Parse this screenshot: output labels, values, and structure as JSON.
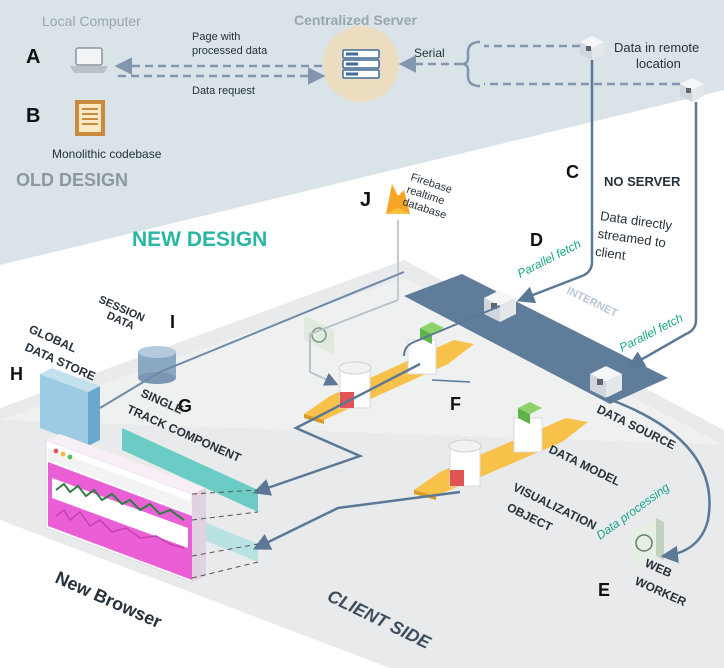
{
  "colors": {
    "old_bg": "#d9e3e8",
    "new_design": "#2bb5a3",
    "parallel": "#1aa58c",
    "arrow": "#5b7897",
    "dashed": "#8396ad",
    "label_dark": "#27313a",
    "label_grey": "#9aa5ad",
    "pink": "#ea5fd6",
    "yellow": "#f8c14a"
  },
  "old": {
    "local_computer": "Local Computer",
    "centralized_server": "Centralized Server",
    "page_processed_1": "Page with",
    "page_processed_2": "processed data",
    "data_request": "Data request",
    "serial": "Serial",
    "remote_1": "Data in remote",
    "remote_2": "location",
    "monolithic": "Monolithic codebase",
    "old_design": "OLD DESIGN"
  },
  "letters": {
    "a": "A",
    "b": "B",
    "c": "C",
    "d": "D",
    "e": "E",
    "f": "F",
    "g": "G",
    "h": "H",
    "i": "I",
    "j": "J"
  },
  "new": {
    "new_design": "NEW DESIGN",
    "no_server": "NO SERVER",
    "streamed_1": "Data directly",
    "streamed_2": "streamed to",
    "streamed_3": "client",
    "firebase_1": "Firebase",
    "firebase_2": "realtime",
    "firebase_3": "database",
    "parallel_fetch": "Parallel fetch",
    "internet": "INTERNET",
    "session_1": "SESSION",
    "session_2": "DATA",
    "global_1": "GLOBAL",
    "global_2": "DATA STORE",
    "single_1": "SINGLE",
    "single_2": "TRACK COMPONENT",
    "data_source": "DATA SOURCE",
    "data_model": "DATA MODEL",
    "vis_1": "VISUALIZATION",
    "vis_2": "OBJECT",
    "data_processing": "Data processing",
    "web_1": "WEB",
    "web_2": "WORKER",
    "new_browser": "New Browser",
    "client_side": "CLIENT SIDE"
  }
}
